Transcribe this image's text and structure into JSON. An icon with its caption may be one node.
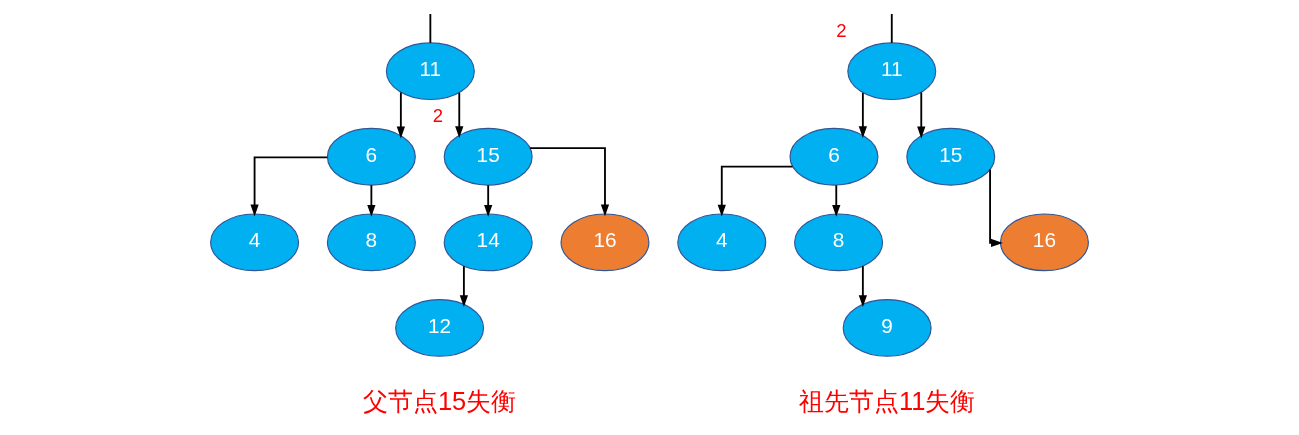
{
  "diagram": {
    "nodes": [
      {
        "text": [
          "11"
        ]
      },
      {
        "text": [
          "6"
        ]
      },
      {
        "text": [
          "15"
        ],
        "beside": [
          "2"
        ]
      },
      {
        "text": [
          "4"
        ]
      },
      {
        "text": [
          "8"
        ]
      },
      {
        "text": [
          "14"
        ]
      },
      {
        "text": [
          "16"
        ]
      },
      {
        "text": [
          "12"
        ]
      },
      {
        "text": [
          "11"
        ],
        "beside": [
          "2"
        ]
      },
      {
        "text": [
          "6"
        ]
      },
      {
        "text": [
          "15"
        ]
      },
      {
        "text": [
          "4"
        ]
      },
      {
        "text": [
          "8"
        ]
      },
      {
        "text": [
          "16"
        ]
      },
      {
        "text": [
          "9"
        ]
      }
    ],
    "edges": [
      {
        "from": null,
        "to": 0,
        "arrow": "none"
      },
      {
        "from": 0,
        "to": 1,
        "arrow": "to"
      },
      {
        "from": 0,
        "to": 2,
        "arrow": "to"
      },
      {
        "from": 1,
        "to": 3,
        "arrow": "to"
      },
      {
        "from": 1,
        "to": 4,
        "arrow": "to"
      },
      {
        "from": 2,
        "to": 5,
        "arrow": "to"
      },
      {
        "from": 2,
        "to": 6,
        "arrow": "to"
      },
      {
        "from": 5,
        "to": 7,
        "arrow": "to"
      },
      {
        "from": null,
        "to": 8,
        "arrow": "none"
      },
      {
        "from": 8,
        "to": 9,
        "arrow": "to"
      },
      {
        "from": 8,
        "to": 10,
        "arrow": "to"
      },
      {
        "from": 9,
        "to": 11,
        "arrow": "to"
      },
      {
        "from": 9,
        "to": 12,
        "arrow": "to"
      },
      {
        "from": 12,
        "to": 14,
        "arrow": "to"
      },
      {
        "from": 10,
        "to": 13,
        "arrow": "to"
      }
    ],
    "labels": [
      "父节点15失衡",
      "祖先节点11失衡"
    ]
  }
}
